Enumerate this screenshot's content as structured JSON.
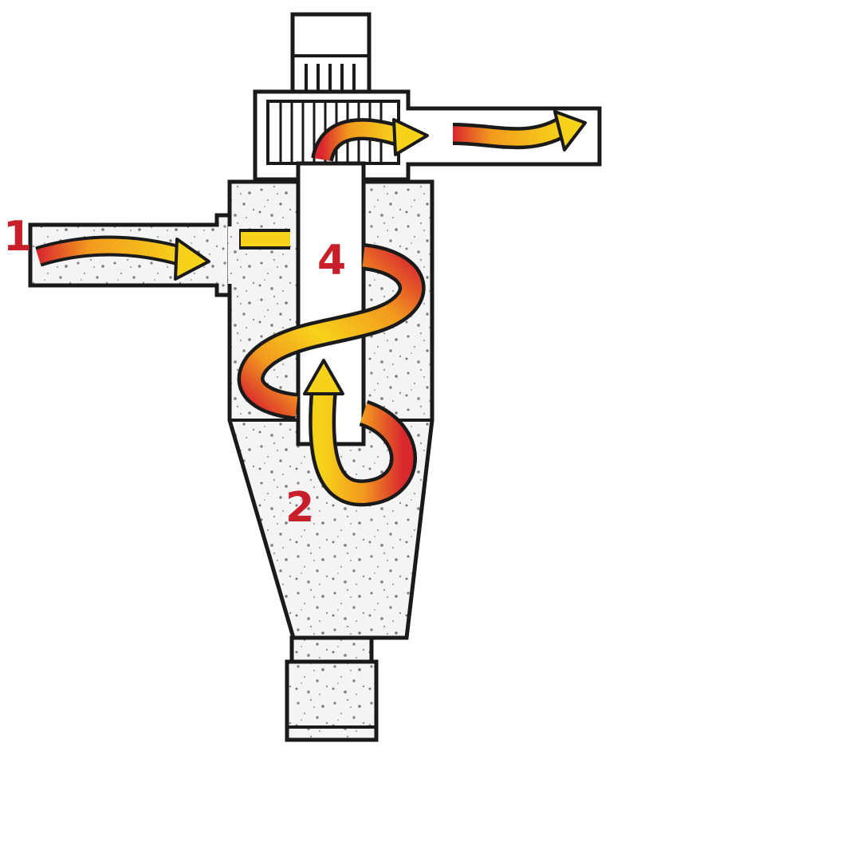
{
  "labels": {
    "inlet": "1",
    "vortex": "2",
    "outlet": "4"
  },
  "colors": {
    "outline": "#1a1a1a",
    "label": "#c8202a",
    "flow_yellow": "#f7d21a",
    "flow_orange": "#f29a1e",
    "flow_red": "#d9272e",
    "dust_fill": "#eeeeee",
    "speckle": "#8a8a8a"
  }
}
